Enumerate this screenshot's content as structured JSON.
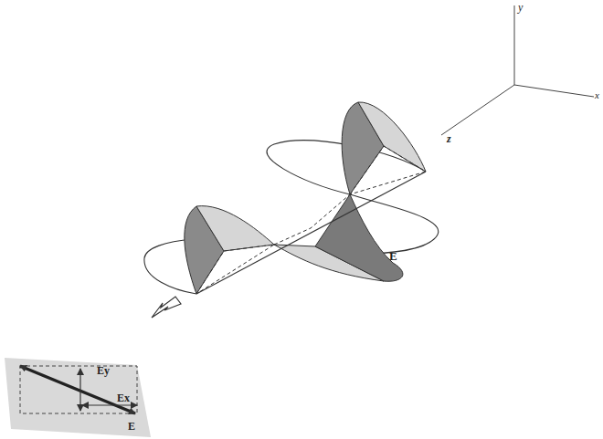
{
  "diagram": {
    "labels": [
      "y",
      "x",
      "z",
      "E",
      "Ey",
      "Ex",
      "E"
    ]
  }
}
